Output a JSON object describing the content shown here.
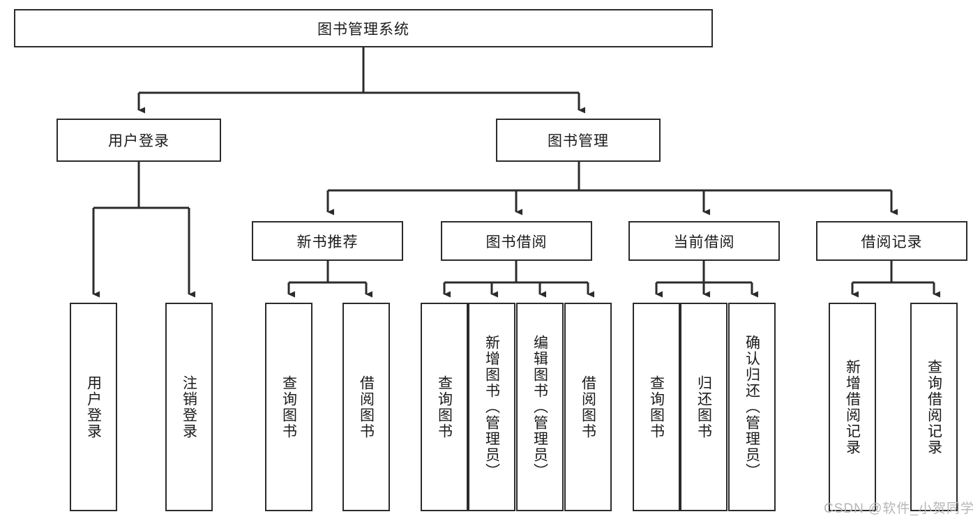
{
  "diagram": {
    "type": "tree",
    "title": "图书管理系统",
    "watermark": "CSDN @软件_小贺同学",
    "colors": {
      "box_border": "#2b2b2b",
      "box_fill": "#ffffff",
      "connector": "#2b2b2b",
      "text": "#1a1a1a",
      "watermark": "#b6b6b6",
      "background": "#ffffff"
    },
    "nodes": {
      "root": {
        "label": "图书管理系统",
        "orientation": "horizontal"
      },
      "level1": [
        {
          "label": "用户登录",
          "orientation": "horizontal"
        },
        {
          "label": "图书管理",
          "orientation": "horizontal"
        }
      ],
      "level2": [
        {
          "label": "新书推荐",
          "orientation": "horizontal"
        },
        {
          "label": "图书借阅",
          "orientation": "horizontal"
        },
        {
          "label": "当前借阅",
          "orientation": "horizontal"
        },
        {
          "label": "借阅记录",
          "orientation": "horizontal"
        }
      ],
      "leaves": {
        "user_login": [
          {
            "label": "用户登录",
            "orientation": "vertical"
          },
          {
            "label": "注销登录",
            "orientation": "vertical"
          }
        ],
        "new_book_recommend": [
          {
            "label": "查询图书",
            "orientation": "vertical"
          },
          {
            "label": "借阅图书",
            "orientation": "vertical"
          }
        ],
        "book_borrow": [
          {
            "label": "查询图书",
            "orientation": "vertical"
          },
          {
            "label": "新增图书（管理员）",
            "orientation": "vertical"
          },
          {
            "label": "编辑图书（管理员）",
            "orientation": "vertical"
          },
          {
            "label": "借阅图书",
            "orientation": "vertical"
          }
        ],
        "current_borrow": [
          {
            "label": "查询图书",
            "orientation": "vertical"
          },
          {
            "label": "归还图书",
            "orientation": "vertical"
          },
          {
            "label": "确认归还（管理员）",
            "orientation": "vertical"
          }
        ],
        "borrow_record": [
          {
            "label": "新增借阅记录",
            "orientation": "vertical"
          },
          {
            "label": "查询借阅记录",
            "orientation": "vertical"
          }
        ]
      }
    }
  }
}
